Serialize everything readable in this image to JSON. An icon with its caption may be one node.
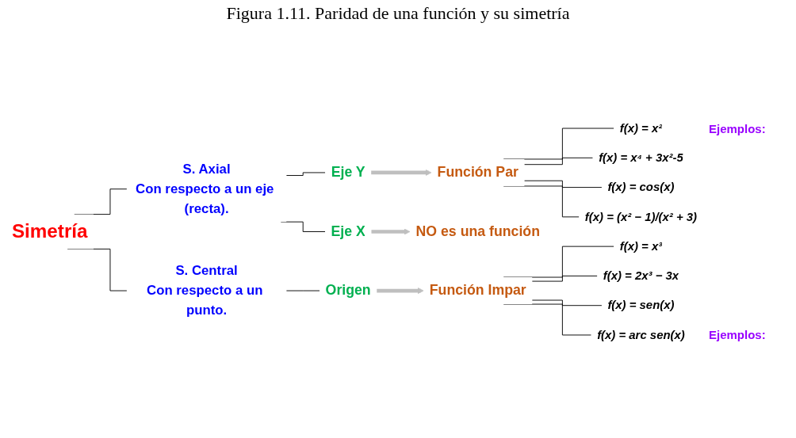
{
  "diagram": {
    "title": "Figura 1.11. Paridad de una función y su simetría",
    "nodes": [
      {
        "text": [
          "Simetría"
        ]
      },
      {
        "text": [
          "S. Axial",
          "Con respecto a un eje (recta)."
        ]
      },
      {
        "text": [
          "Eje Y"
        ]
      },
      {
        "text": [
          "Función Par"
        ]
      },
      {
        "text": [
          "f(x) = x²"
        ]
      },
      {
        "text": [
          "f(x) = x⁴ + 3x²-5"
        ]
      },
      {
        "text": [
          "f(x) = cos(x)"
        ]
      },
      {
        "text": [
          "f(x) = (x² − 1)/(x² + 3)"
        ]
      },
      {
        "text": [
          "Eje X"
        ]
      },
      {
        "text": [
          "NO es una función"
        ]
      },
      {
        "text": [
          "S. Central",
          "Con respecto a un punto."
        ]
      },
      {
        "text": [
          "Origen"
        ]
      },
      {
        "text": [
          "Función Impar"
        ]
      },
      {
        "text": [
          "f(x) = x³"
        ]
      },
      {
        "text": [
          "f(x) = 2x³ − 3x"
        ]
      },
      {
        "text": [
          "f(x) = sen(x)"
        ]
      },
      {
        "text": [
          "f(x) = arc sen(x)"
        ]
      }
    ],
    "edges": [
      {
        "from": 0,
        "to": 1,
        "arrow": "none"
      },
      {
        "from": 0,
        "to": 10,
        "arrow": "none"
      },
      {
        "from": 1,
        "to": 2,
        "arrow": "none"
      },
      {
        "from": 1,
        "to": 8,
        "arrow": "none"
      },
      {
        "from": 2,
        "to": 3,
        "arrow": "to",
        "style": "thick",
        "color": "#bfbfbf"
      },
      {
        "from": 3,
        "to": 4,
        "arrow": "none"
      },
      {
        "from": 3,
        "to": 5,
        "arrow": "none"
      },
      {
        "from": 3,
        "to": 6,
        "arrow": "none"
      },
      {
        "from": 3,
        "to": 7,
        "arrow": "none"
      },
      {
        "from": 8,
        "to": 9,
        "arrow": "to",
        "style": "thick",
        "color": "#bfbfbf"
      },
      {
        "from": 10,
        "to": 11,
        "arrow": "none"
      },
      {
        "from": 11,
        "to": 12,
        "arrow": "to",
        "style": "thick",
        "color": "#bfbfbf"
      },
      {
        "from": 12,
        "to": 13,
        "arrow": "none"
      },
      {
        "from": 12,
        "to": 14,
        "arrow": "none"
      },
      {
        "from": 12,
        "to": 15,
        "arrow": "none"
      },
      {
        "from": 12,
        "to": 16,
        "arrow": "none"
      }
    ],
    "labels": [
      "Ejemplos:",
      "Ejemplos:"
    ]
  }
}
